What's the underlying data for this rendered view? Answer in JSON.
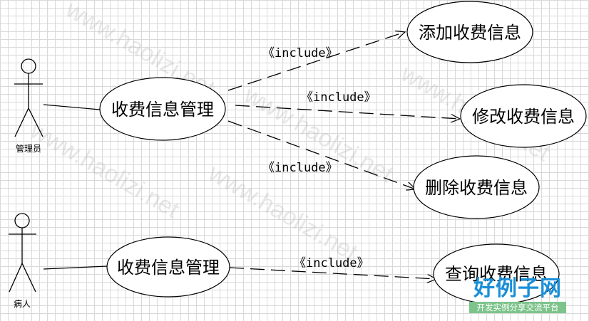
{
  "actors": [
    {
      "name": "管理员"
    },
    {
      "name": "病人"
    }
  ],
  "use_cases": {
    "admin_manage": "收费信息管理",
    "add": "添加收费信息",
    "modify": "修改收费信息",
    "delete": "删除收费信息",
    "patient_manage": "收费信息管理",
    "query": "查询收费信息"
  },
  "relations": {
    "include_label": "《include》"
  },
  "watermark": {
    "text": "www.haolizi.net",
    "logo": "好例子网",
    "slogan": "开发实例分享交流平台"
  }
}
